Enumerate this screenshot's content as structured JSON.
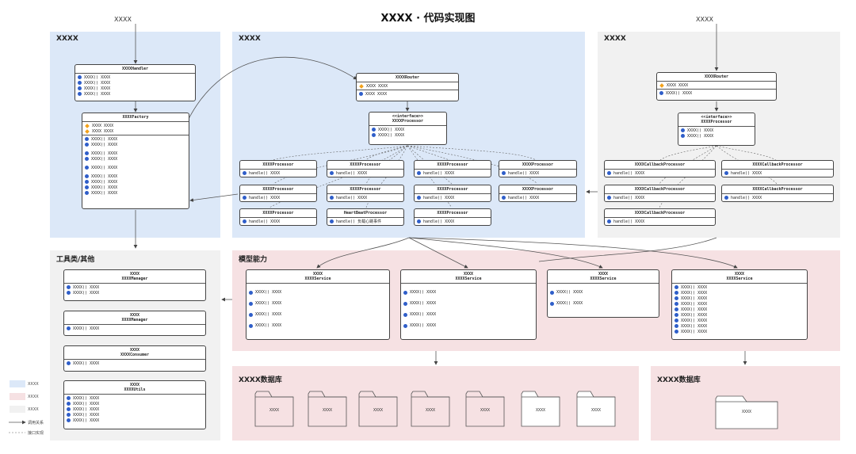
{
  "title": "XXXX · 代码实现图",
  "top_inputs": {
    "left": "XXXX",
    "right": "XXXX"
  },
  "regions": {
    "left": "XXXX",
    "mid": "XXXX",
    "right": "XXXX",
    "tools": "工具类/其他",
    "models": "模型能力",
    "db1": "XXXX数据库",
    "db2": "XXXX数据库"
  },
  "left": {
    "handler": {
      "title": "XXXXHandler",
      "methods": [
        "XXXX()  XXXX",
        "XXXX()  XXXX",
        "XXXX()  XXXX",
        "XXXX()  XXXX"
      ]
    },
    "factory": {
      "title": "XXXXFactory",
      "fields": [
        "XXXX  XXXX",
        "XXXX  XXXX"
      ],
      "groups": [
        [
          "XXXX()  XXXX",
          "XXXX()  XXXX"
        ],
        [
          "XXXX()  XXXX",
          "XXXX()  XXXX"
        ],
        [
          "XXXX()  XXXX"
        ],
        [
          "XXXX()  XXXX",
          "XXXX()  XXXX",
          "XXXX()  XXXX",
          "XXXX()  XXXX"
        ]
      ]
    }
  },
  "mid": {
    "router": {
      "title": "XXXXRouter",
      "field": "XXXX  XXXX",
      "method": "XXXX  XXXX"
    },
    "iface": {
      "stereotype": "<<interface>>",
      "title": "XXXXProcessor",
      "methods": [
        "XXXX()  XXXX",
        "XXXX()  XXXX"
      ]
    },
    "processors": [
      {
        "title": "XXXXProcessor",
        "method": "handle()  XXXX"
      },
      {
        "title": "XXXXProcessor",
        "method": "handle()  XXXX"
      },
      {
        "title": "XXXXProcessor",
        "method": "handle()  XXXX"
      },
      {
        "title": "XXXXProcessor",
        "method": "handle()  XXXX"
      },
      {
        "title": "XXXXProcessor",
        "method": "handle()  XXXX"
      },
      {
        "title": "XXXXProcessor",
        "method": "handle()  XXXX"
      },
      {
        "title": "XXXXProcessor",
        "method": "handle()  XXXX"
      },
      {
        "title": "XXXXProcessor",
        "method": "handle()  XXXX"
      },
      {
        "title": "XXXXProcessor",
        "method": "handle()  XXXX"
      },
      {
        "title": "HeartBeatProcessor",
        "method": "handle()  负载心跳事件"
      },
      {
        "title": "XXXXProcessor",
        "method": "handle()  XXXX"
      }
    ]
  },
  "right": {
    "router": {
      "title": "XXXXRouter",
      "field": "XXXX  XXXX",
      "method": "XXXX()  XXXX"
    },
    "iface": {
      "stereotype": "<<interface>>",
      "title": "XXXXProcessor",
      "methods": [
        "XXXX()  XXXX",
        "XXXX()  XXXX"
      ]
    },
    "callbacks": [
      {
        "title": "XXXXCallbackProcessor",
        "method": "handle()  XXXX"
      },
      {
        "title": "XXXXCallbackProcessor",
        "method": "handle()  XXXX"
      },
      {
        "title": "XXXXCallbackProcessor",
        "method": "handle()  XXXX"
      },
      {
        "title": "XXXXCallbackProcessor",
        "method": "handle()  XXXX"
      },
      {
        "title": "XXXXCallbackProcessor",
        "method": "handle()  XXXX"
      }
    ]
  },
  "tools": [
    {
      "name": "XXXX",
      "title": "XXXXManager",
      "methods": [
        "XXXX()  XXXX",
        "XXXX()  XXXX"
      ]
    },
    {
      "name": "XXXX",
      "title": "XXXXManager",
      "methods": [
        "XXXX()  XXXX"
      ]
    },
    {
      "name": "XXXX",
      "title": "XXXXConsumer",
      "methods": [
        "XXXX()  XXXX"
      ]
    },
    {
      "name": "XXXX",
      "title": "XXXXUtils",
      "methods": [
        "XXXX()  XXXX",
        "XXXX()  XXXX",
        "XXXX()  XXXX",
        "XXXX()  XXXX",
        "XXXX()  XXXX"
      ]
    }
  ],
  "services": [
    {
      "name": "XXXX",
      "title": "XXXXService",
      "methods": [
        "XXXX()  XXXX",
        "XXXX()  XXXX",
        "XXXX()  XXXX",
        "XXXX()  XXXX"
      ]
    },
    {
      "name": "XXXX",
      "title": "XXXXService",
      "methods": [
        "XXXX()  XXXX",
        "XXXX()  XXXX",
        "XXXX()  XXXX",
        "XXXX()  XXXX"
      ]
    },
    {
      "name": "XXXX",
      "title": "XXXXService",
      "methods": [
        "XXXX()  XXXX",
        "XXXX()  XXXX"
      ]
    },
    {
      "name": "XXXX",
      "title": "XXXXService",
      "methods": [
        "XXXX()  XXXX",
        "XXXX()  XXXX",
        "XXXX()  XXXX",
        "XXXX()  XXXX",
        "XXXX()  XXXX",
        "XXXX()  XXXX",
        "XXXX()  XXXX",
        "XXXX()  XXXX",
        "XXXX()  XXXX"
      ]
    }
  ],
  "db1_folders": [
    "XXXX",
    "XXXX",
    "XXXX",
    "XXXX",
    "XXXX",
    "XXXX",
    "XXXX"
  ],
  "db2_folders": [
    "XXXX"
  ],
  "legend": {
    "blue": "XXXX",
    "pink": "XXXX",
    "grey": "XXXX",
    "call": "调用关系",
    "impl": "接口实现"
  },
  "colors": {
    "blue": "#dce8f8",
    "pink": "#f6e1e3",
    "grey": "#f1f1f1",
    "method_dot": "#2f5ec9",
    "field_diamond": "#f3a21b"
  }
}
